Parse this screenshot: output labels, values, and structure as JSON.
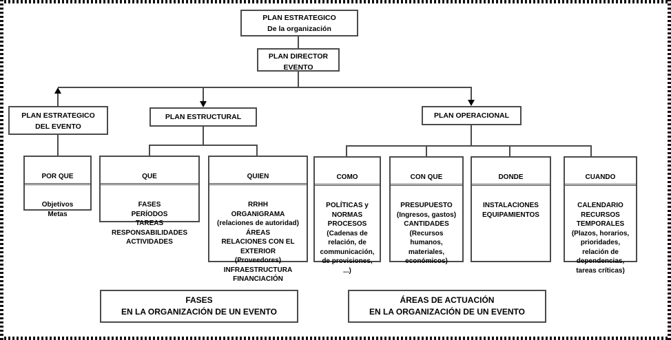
{
  "diagram_title": "Planificación de un evento",
  "colors": {
    "background": "#ffffff",
    "box_border": "#4a4a4a",
    "connector": "#4a4a4a",
    "arrow": "#000000",
    "text": "#000000"
  },
  "boxes": {
    "plan_estrategico_org": "PLAN ESTRATEGICO\nDe la organización",
    "plan_director": "PLAN DIRECTOR\nEVENTO",
    "plan_estrategico_evento": "PLAN ESTRATEGICO\nDEL EVENTO",
    "plan_estructural": "PLAN ESTRUCTURAL",
    "plan_operacional": "PLAN OPERACIONAL",
    "por_que": {
      "header": "POR QUE",
      "body": "Objetivos\nMetas"
    },
    "que": {
      "header": "QUE",
      "body": "FASES\nPERÍODOS\nTAREAS\nRESPONSABILIDADES\nACTIVIDADES"
    },
    "quien": {
      "header": "QUIEN",
      "body": "RRHH\nORGANIGRAMA\n(relaciones de autoridad)\nÁREAS\nRELACIONES CON EL\nEXTERIOR\n(Proveedores)\nINFRAESTRUCTURA\nFINANCIACIÓN"
    },
    "como": {
      "header": "COMO",
      "body": "POLÍTICAS y\nNORMAS\nPROCESOS\n(Cadenas de\nrelación, de\ncommunicación,\nde provisiones,\n...)"
    },
    "con_que": {
      "header": "CON QUE",
      "body": "PRESUPUESTO\n(Ingresos, gastos)\nCANTIDADES\n(Recursos\nhumanos,\nmateriales,\neconómicos)"
    },
    "donde": {
      "header": "DONDE",
      "body": "INSTALACIONES\nEQUIPAMIENTOS"
    },
    "cuando": {
      "header": "CUANDO",
      "body": "CALENDARIO\nRECURSOS\nTEMPORALES\n(Plazos, horarios,\nprioridades,\nrelación de\ndependencias,\ntareas críticas)"
    }
  },
  "captions": {
    "fases": "FASES\nEN LA ORGANIZACIÓN DE UN EVENTO",
    "areas": "ÁREAS DE ACTUACIÓN\nEN LA ORGANIZACIÓN DE UN EVENTO"
  }
}
